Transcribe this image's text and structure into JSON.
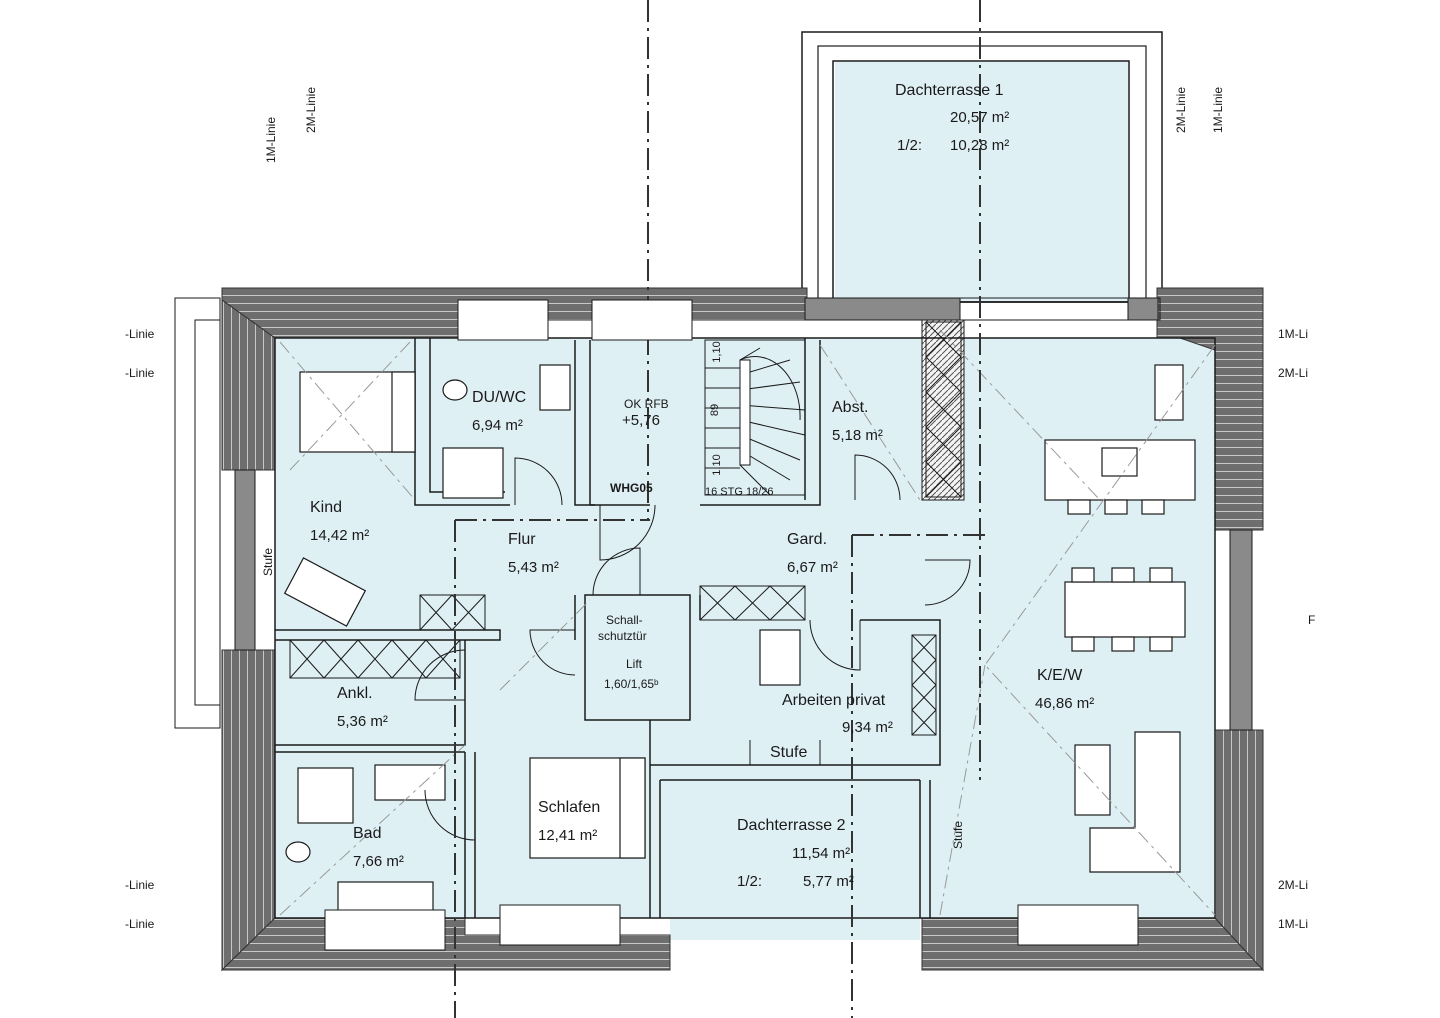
{
  "margin_labels": {
    "left_top_1m": "1M-Linie",
    "left_top_2m": "2M-Linie",
    "right_top_2m": "2M-Linie",
    "right_top_1m": "1M-Linie",
    "left_upper_a": "-Linie",
    "left_upper_b": "-Linie",
    "left_lower_a": "-Linie",
    "left_lower_b": "-Linie",
    "right_upper_a": "1M-Li",
    "right_upper_b": "2M-Li",
    "right_lower_a": "2M-Li",
    "right_lower_b": "1M-Li",
    "right_mid": "F"
  },
  "rooms": {
    "dachterrasse1": {
      "name": "Dachterrasse 1",
      "area": "20,57 m²",
      "half_label": "1/2:",
      "half_area": "10,28 m²"
    },
    "kind": {
      "name": "Kind",
      "area": "14,42 m²"
    },
    "du_wc": {
      "name": "DU/WC",
      "area": "6,94 m²"
    },
    "stair": {
      "ok_label": "OK RFB",
      "ok_value": "+5,76",
      "unit": "WHG05",
      "steps": "16 STG 18/26",
      "dim_a": "1,10",
      "dim_b": "89",
      "dim_c": "1,10"
    },
    "abst": {
      "name": "Abst.",
      "area": "5,18 m²"
    },
    "flur": {
      "name": "Flur",
      "area": "5,43 m²"
    },
    "gard": {
      "name": "Gard.",
      "area": "6,67 m²"
    },
    "schallschutz": {
      "line1": "Schall-",
      "line2": "schutztür"
    },
    "lift": {
      "name": "Lift",
      "size": "1,60/1,65ᵇ"
    },
    "kew": {
      "name": "K/E/W",
      "area": "46,86 m²"
    },
    "ankl": {
      "name": "Ankl.",
      "area": "5,36 m²"
    },
    "arbeiten": {
      "name": "Arbeiten privat",
      "area": "9,34 m²"
    },
    "bad": {
      "name": "Bad",
      "area": "7,66 m²"
    },
    "schlafen": {
      "name": "Schlafen",
      "area": "12,41 m²"
    },
    "dachterrasse2": {
      "name": "Dachterrasse 2",
      "area": "11,54 m²",
      "half_label": "1/2:",
      "half_area": "5,77 m²"
    }
  },
  "annotations": {
    "stufe_left": "Stufe",
    "stufe_mid": "Stufe",
    "stufe_right": "Stufe"
  },
  "colors": {
    "floor_fill": "#dff0f5",
    "wall_fill": "#8a8a8a",
    "roof_fill": "#7a7a7a",
    "line": "#1a1a1a",
    "axis_line": "#333333",
    "guide_line": "#9bd3e0"
  }
}
